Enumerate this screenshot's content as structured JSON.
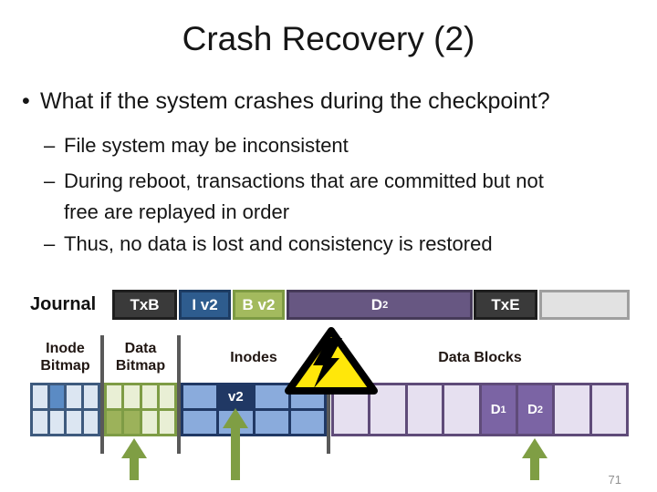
{
  "slide": {
    "title": "Crash Recovery (2)",
    "page_number": "71"
  },
  "bullets": {
    "marker_main": "•",
    "marker_sub": "–",
    "main": "What if the system crashes during the checkpoint?",
    "sub": [
      {
        "lines": [
          "File system may be inconsistent"
        ]
      },
      {
        "lines": [
          "During reboot, transactions that are committed but not",
          "free are replayed in order"
        ]
      },
      {
        "lines": [
          "Thus, no data is lost and consistency is restored"
        ]
      }
    ]
  },
  "journal": {
    "label": "Journal",
    "blocks": [
      {
        "name": "transaction-begin",
        "label": "TxB"
      },
      {
        "name": "inode-v2",
        "label": "I v2"
      },
      {
        "name": "bitmap-v2",
        "label": "B v2"
      },
      {
        "name": "data-block",
        "base": "D",
        "sub": "2"
      },
      {
        "name": "transaction-end",
        "label": "TxE"
      },
      {
        "name": "free-space",
        "label": ""
      }
    ]
  },
  "disk": {
    "labels": {
      "inode_bitmap": [
        "Inode",
        "Bitmap"
      ],
      "data_bitmap": [
        "Data",
        "Bitmap"
      ],
      "inodes": "Inodes",
      "data_blocks": "Data Blocks"
    },
    "inode_cell_label": "v2",
    "data_block_labels": [
      {
        "base": "D",
        "sub": "1"
      },
      {
        "base": "D",
        "sub": "2"
      }
    ]
  },
  "icons": {
    "crash": "lightning-warning-triangle",
    "replay_arrows": "up-arrow-green"
  },
  "colors": {
    "tx_block": "#3a3a3a",
    "journal_inode_blue": "#2e5c8e",
    "journal_bitmap_green": "#a3ba5e",
    "journal_data_purple": "#675782",
    "journal_free_gray": "#e2e2e2",
    "inode_bitmap_border": "#3e5a7e",
    "inode_bitmap_cell": "#dce6f2",
    "inode_bitmap_set": "#5b8bc4",
    "data_bitmap_border": "#7e9c45",
    "data_bitmap_cell": "#e9efd5",
    "data_bitmap_set": "#9cb25a",
    "inodes_bg": "#203864",
    "inodes_cell": "#8aabdc",
    "data_blocks_border": "#5f4b79",
    "data_blocks_cell": "#e6e0f0",
    "data_blocks_set": "#7b64a4",
    "arrow_green": "#7f9e44",
    "warning_yellow": "#ffe70a",
    "divider_gray": "#595959"
  }
}
